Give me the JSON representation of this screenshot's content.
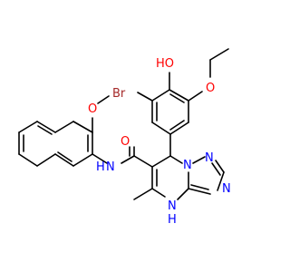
{
  "colors": {
    "bond": "#000000",
    "carbon_label": "#000000",
    "oxygen": "#ff0000",
    "nitrogen": "#0000ff",
    "bromine": "#a52a2a",
    "background": "#ffffff"
  },
  "atoms": {
    "br": "Br",
    "oh": "HO",
    "o_ethoxy": "O",
    "o_methoxy": "O",
    "o_amide": "O",
    "n_amide": "N",
    "h_amide": "H",
    "n_ring1": "N",
    "n_ring2": "N",
    "n_ring3": "N",
    "n_nh": "N",
    "h_nh": "H"
  }
}
